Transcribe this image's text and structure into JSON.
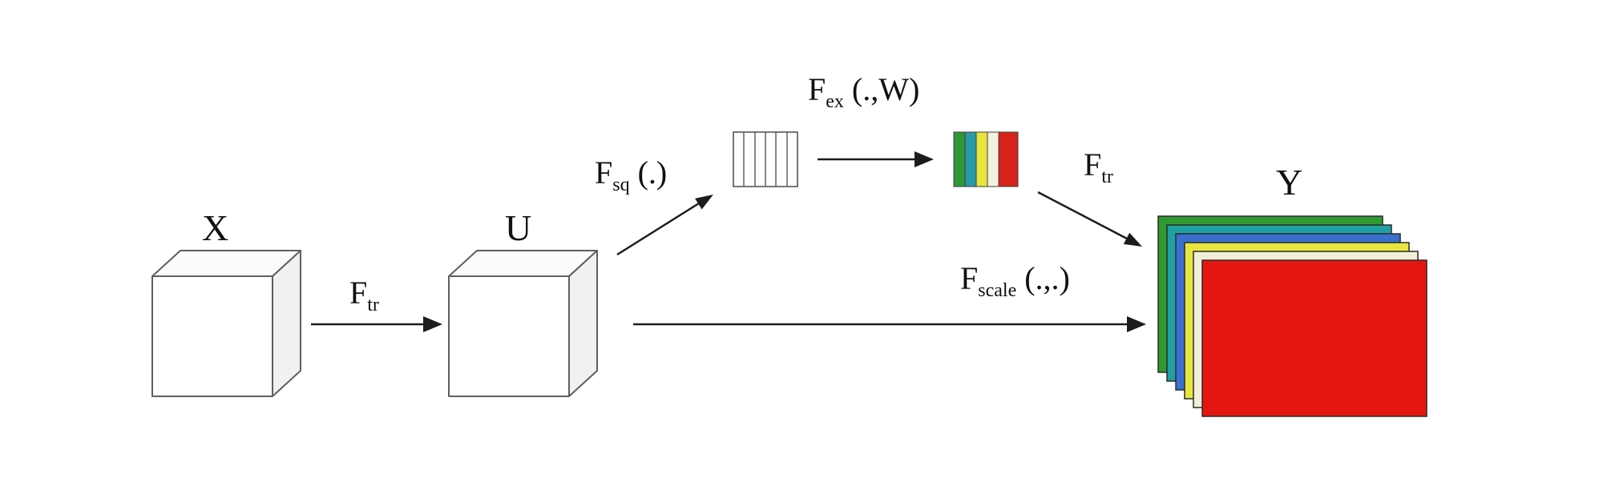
{
  "figure": {
    "nodes": {
      "input": "X",
      "features": "U",
      "output": "Y"
    },
    "ops": {
      "transform_in": {
        "name": "F",
        "sub": "tr",
        "args": ""
      },
      "squeeze": {
        "name": "F",
        "sub": "sq",
        "args": " (.)"
      },
      "excitation": {
        "name": "F",
        "sub": "ex",
        "args": " (.,W)"
      },
      "transform_out": {
        "name": "F",
        "sub": "tr",
        "args": ""
      },
      "scale": {
        "name": "F",
        "sub": "scale",
        "args": " (.,.)"
      }
    },
    "colors": {
      "background": "#ffffff",
      "cube_fill": "#ffffff",
      "cube_stroke": "#5f5f5f",
      "arrow": "#1c1c1c",
      "squeeze_fill": "#ffffff",
      "excitation_stripes": [
        "#2f9a35",
        "#2a9aa8",
        "#e8e33e",
        "#f4f1df",
        "#d6231a"
      ],
      "output_layers": [
        "#2f9a2f",
        "#20a0a0",
        "#3a6fd0",
        "#e8e63e",
        "#f2efd9",
        "#e3170f"
      ]
    }
  }
}
